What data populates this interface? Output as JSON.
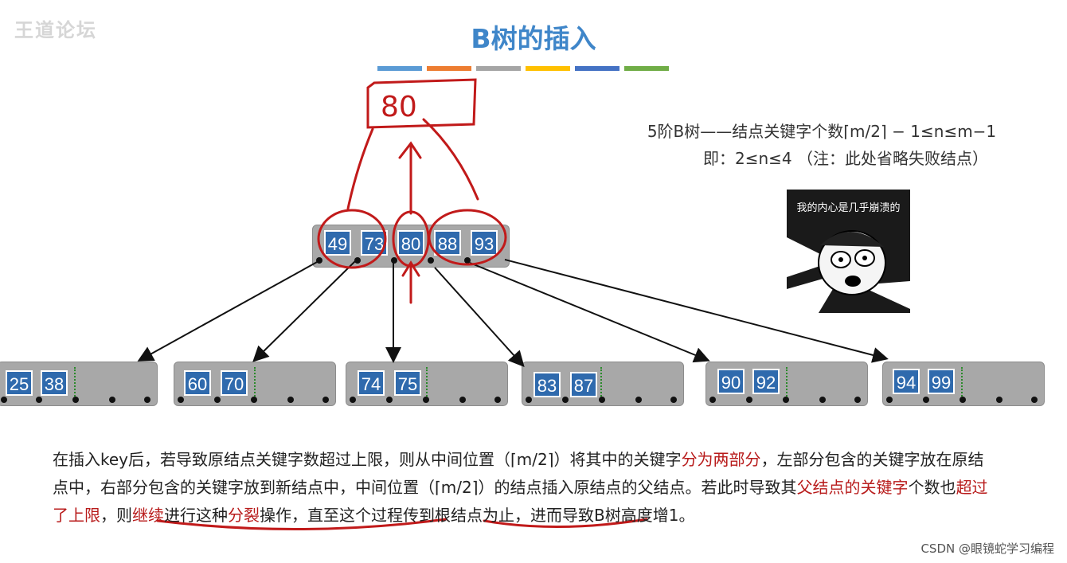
{
  "watermark": "王道论坛",
  "title": "B树的插入",
  "title_bar_colors": [
    "#5b9bd5",
    "#ed7d31",
    "#a5a5a5",
    "#ffc000",
    "#4472c4",
    "#70ad47"
  ],
  "info": {
    "line1": "5阶B树——结点关键字个数⌈m/2⌉ − 1≤n≤m−1",
    "line2": "即：2≤n≤4 （注：此处省略失败结点）"
  },
  "meme_text": "我的内心是几乎崩溃的",
  "handwritten": {
    "root_key": "80"
  },
  "parent_node": {
    "keys": [
      "49",
      "73",
      "80",
      "88",
      "93"
    ]
  },
  "children": [
    {
      "keys": [
        "25",
        "38"
      ]
    },
    {
      "keys": [
        "60",
        "70"
      ]
    },
    {
      "keys": [
        "74",
        "75"
      ]
    },
    {
      "keys": [
        "83",
        "87"
      ]
    },
    {
      "keys": [
        "90",
        "92"
      ]
    },
    {
      "keys": [
        "94",
        "99"
      ]
    }
  ],
  "description": {
    "p1": "在插入key后，若导致原结点关键字数超过上限，则从中间位置（⌈m/2⌉）将其中的关键字",
    "p1_red": "分为两部分",
    "p2": "，左部分包含的关键字放在原结点中，右部分包含的关键字放到新结点中，中间位置（⌈m/2⌉）的结点插入原结点的父结点。若此时导致其",
    "p2_red": "父结点的关键字",
    "p3": "个数也",
    "p3_red": "超过了上限",
    "p4": "，则",
    "p4_red": "继续",
    "p5": "进行这种",
    "p5_red": "分裂",
    "p6": "操作，直至这个过程传到根结点为止，进而导致B树高度增1。"
  },
  "footer": "CSDN @眼镜蛇学习编程",
  "colors": {
    "title": "#3f86c9",
    "key_fill": "#2f6aad",
    "node_fill": "#a8a8a8",
    "ink_red": "#c11a1a",
    "emphasis_red": "#b81b1b"
  }
}
